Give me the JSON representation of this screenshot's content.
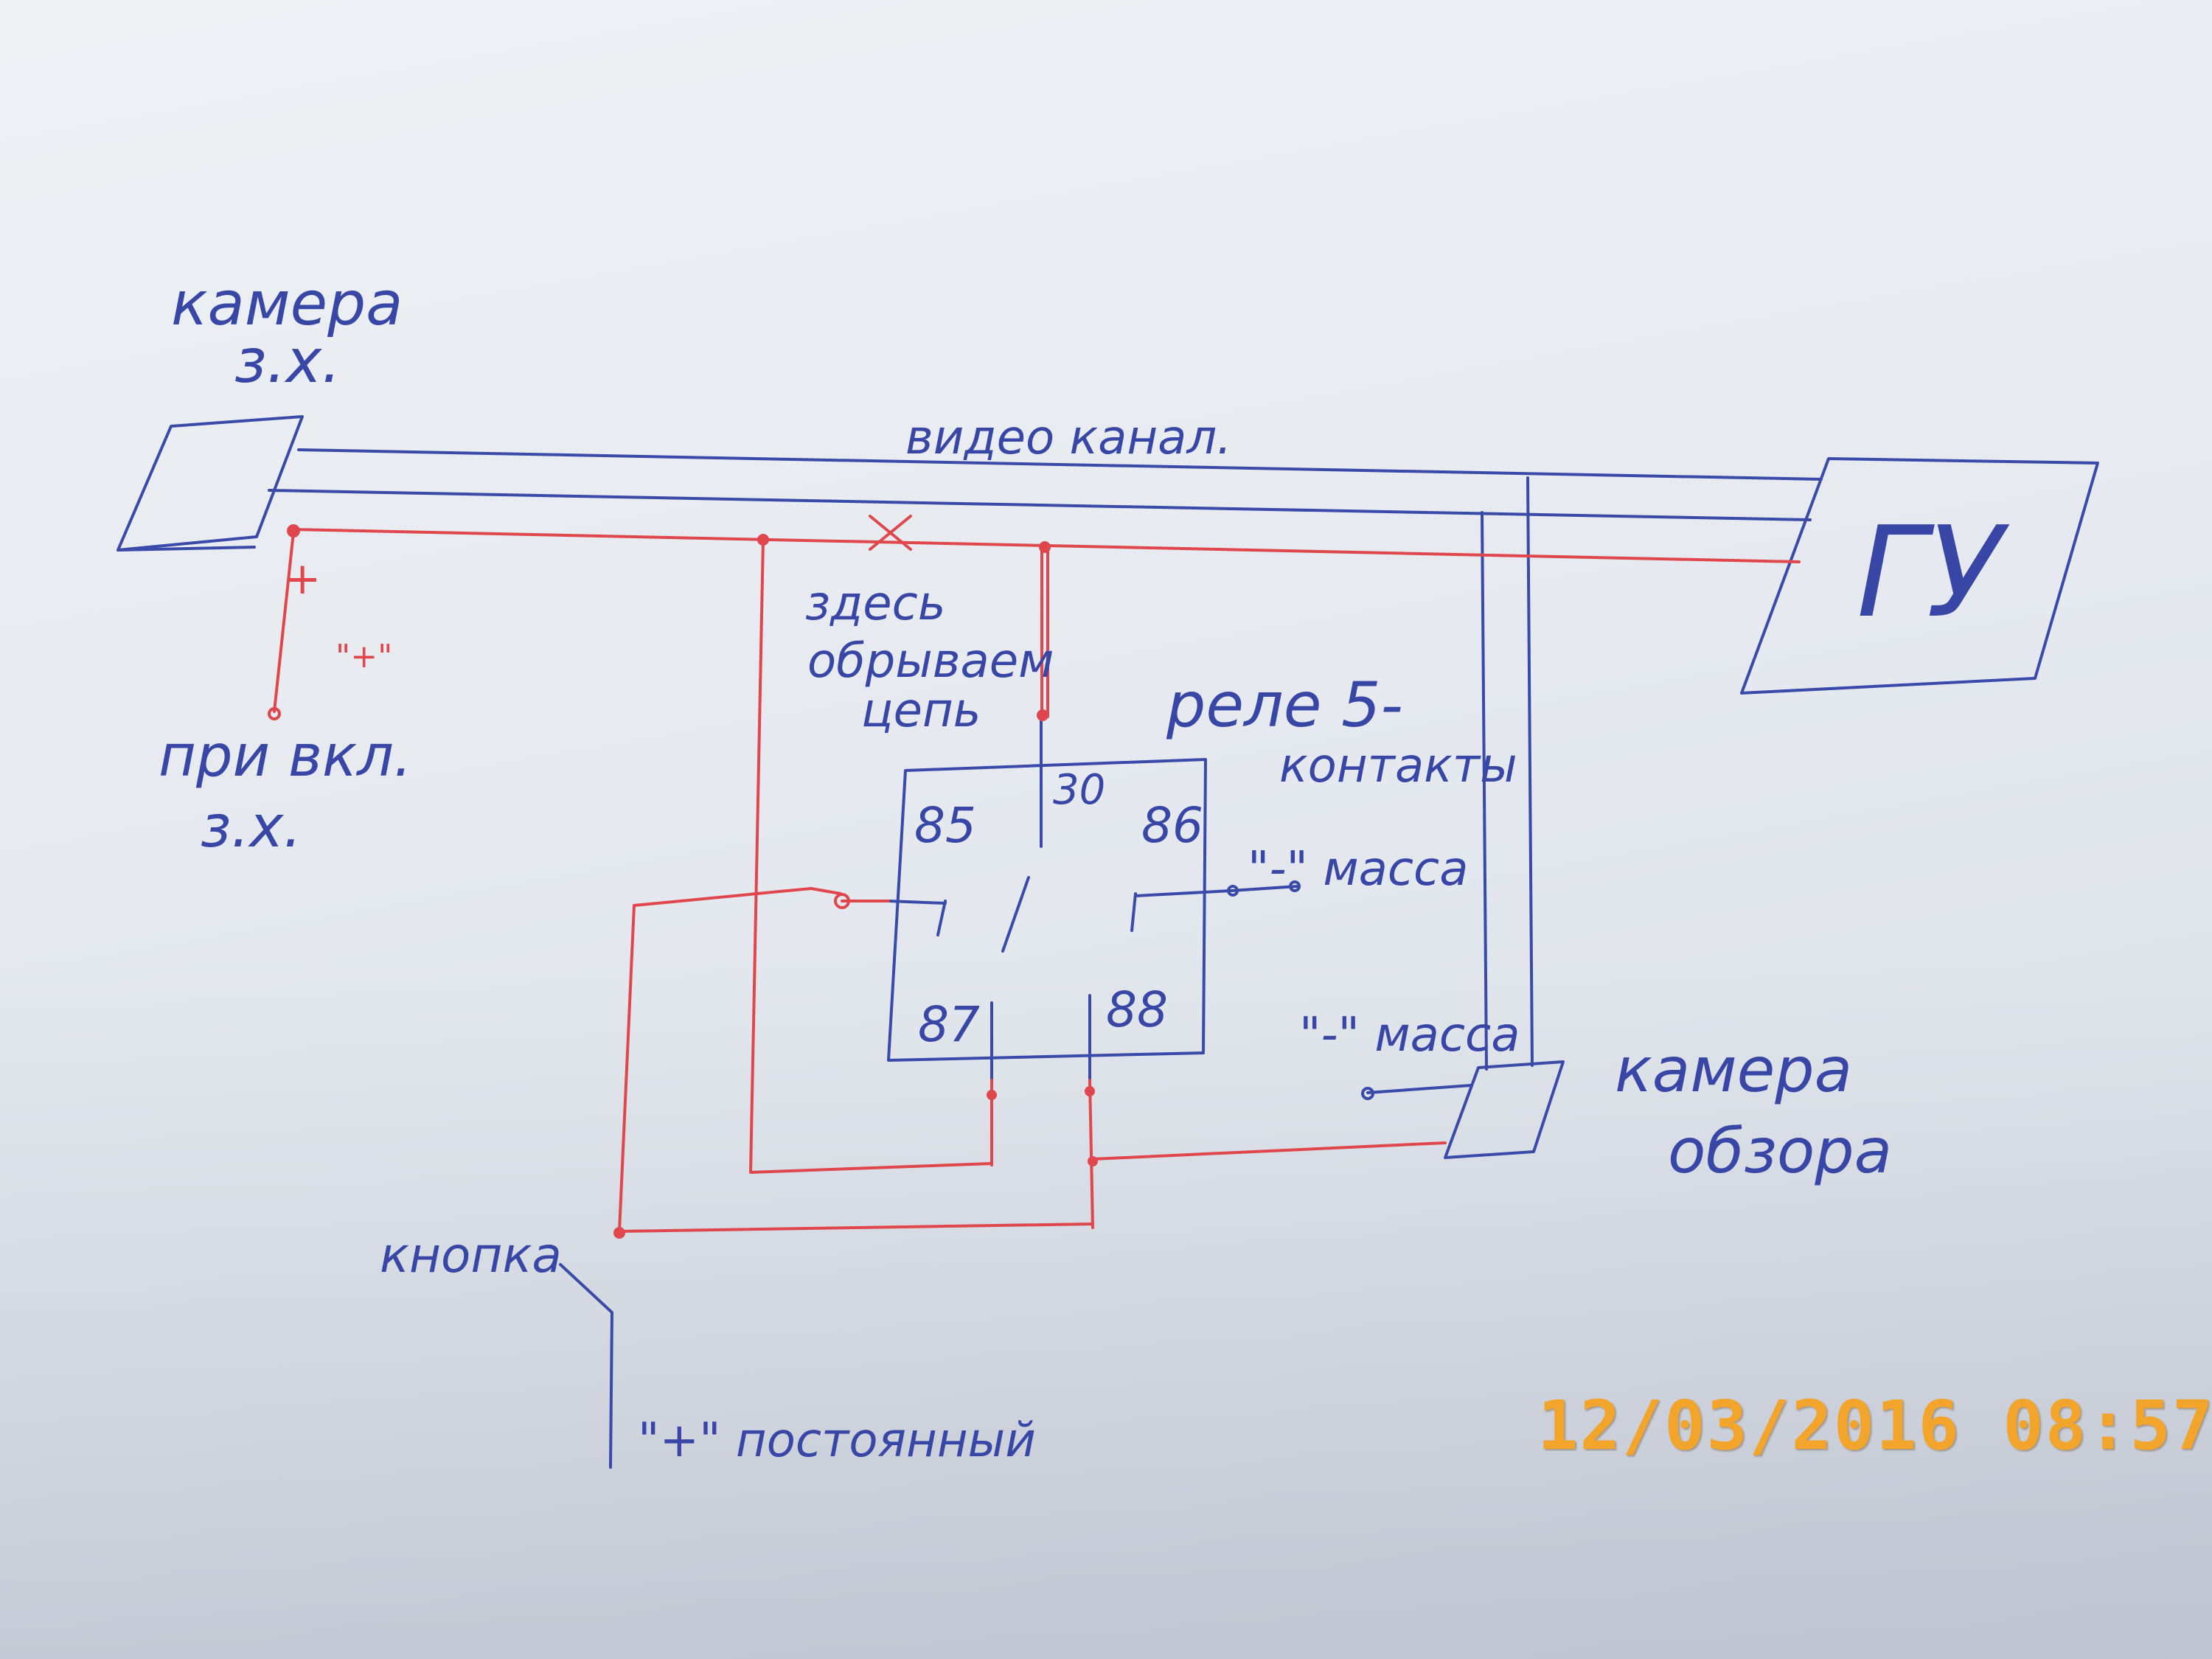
{
  "labels": {
    "camera_rear_line1": "камера",
    "camera_rear_line2": "з.х.",
    "video_channel": "видео канал.",
    "head_unit": "ГУ",
    "plus_sign": "+",
    "power_on_reverse_quote": "\"+\"",
    "power_on_reverse_line1": "при вкл.",
    "power_on_reverse_line2": "з.х.",
    "cross_mark": "x",
    "break_here_line1": "здесь",
    "break_here_line2": "обрываем",
    "break_here_line3": "цепь",
    "relay_line1": "реле 5-",
    "relay_line2": "контакты",
    "ground_relay": "\"-\" масса",
    "ground_camera": "\"-\" масса",
    "camera_front_line1": "камера",
    "camera_front_line2": "обзора",
    "button": "кнопка",
    "constant_plus": "\"+\" постоянный"
  },
  "relay_pins": {
    "p30": "30",
    "p85": "85",
    "p86": "86",
    "p87": "87",
    "p88": "88"
  },
  "timestamp": "12/03/2016  08:57",
  "colors": {
    "ink_blue": "#3a4aa8",
    "ink_red": "#e0474c",
    "stamp_orange": "#f2a52a"
  }
}
